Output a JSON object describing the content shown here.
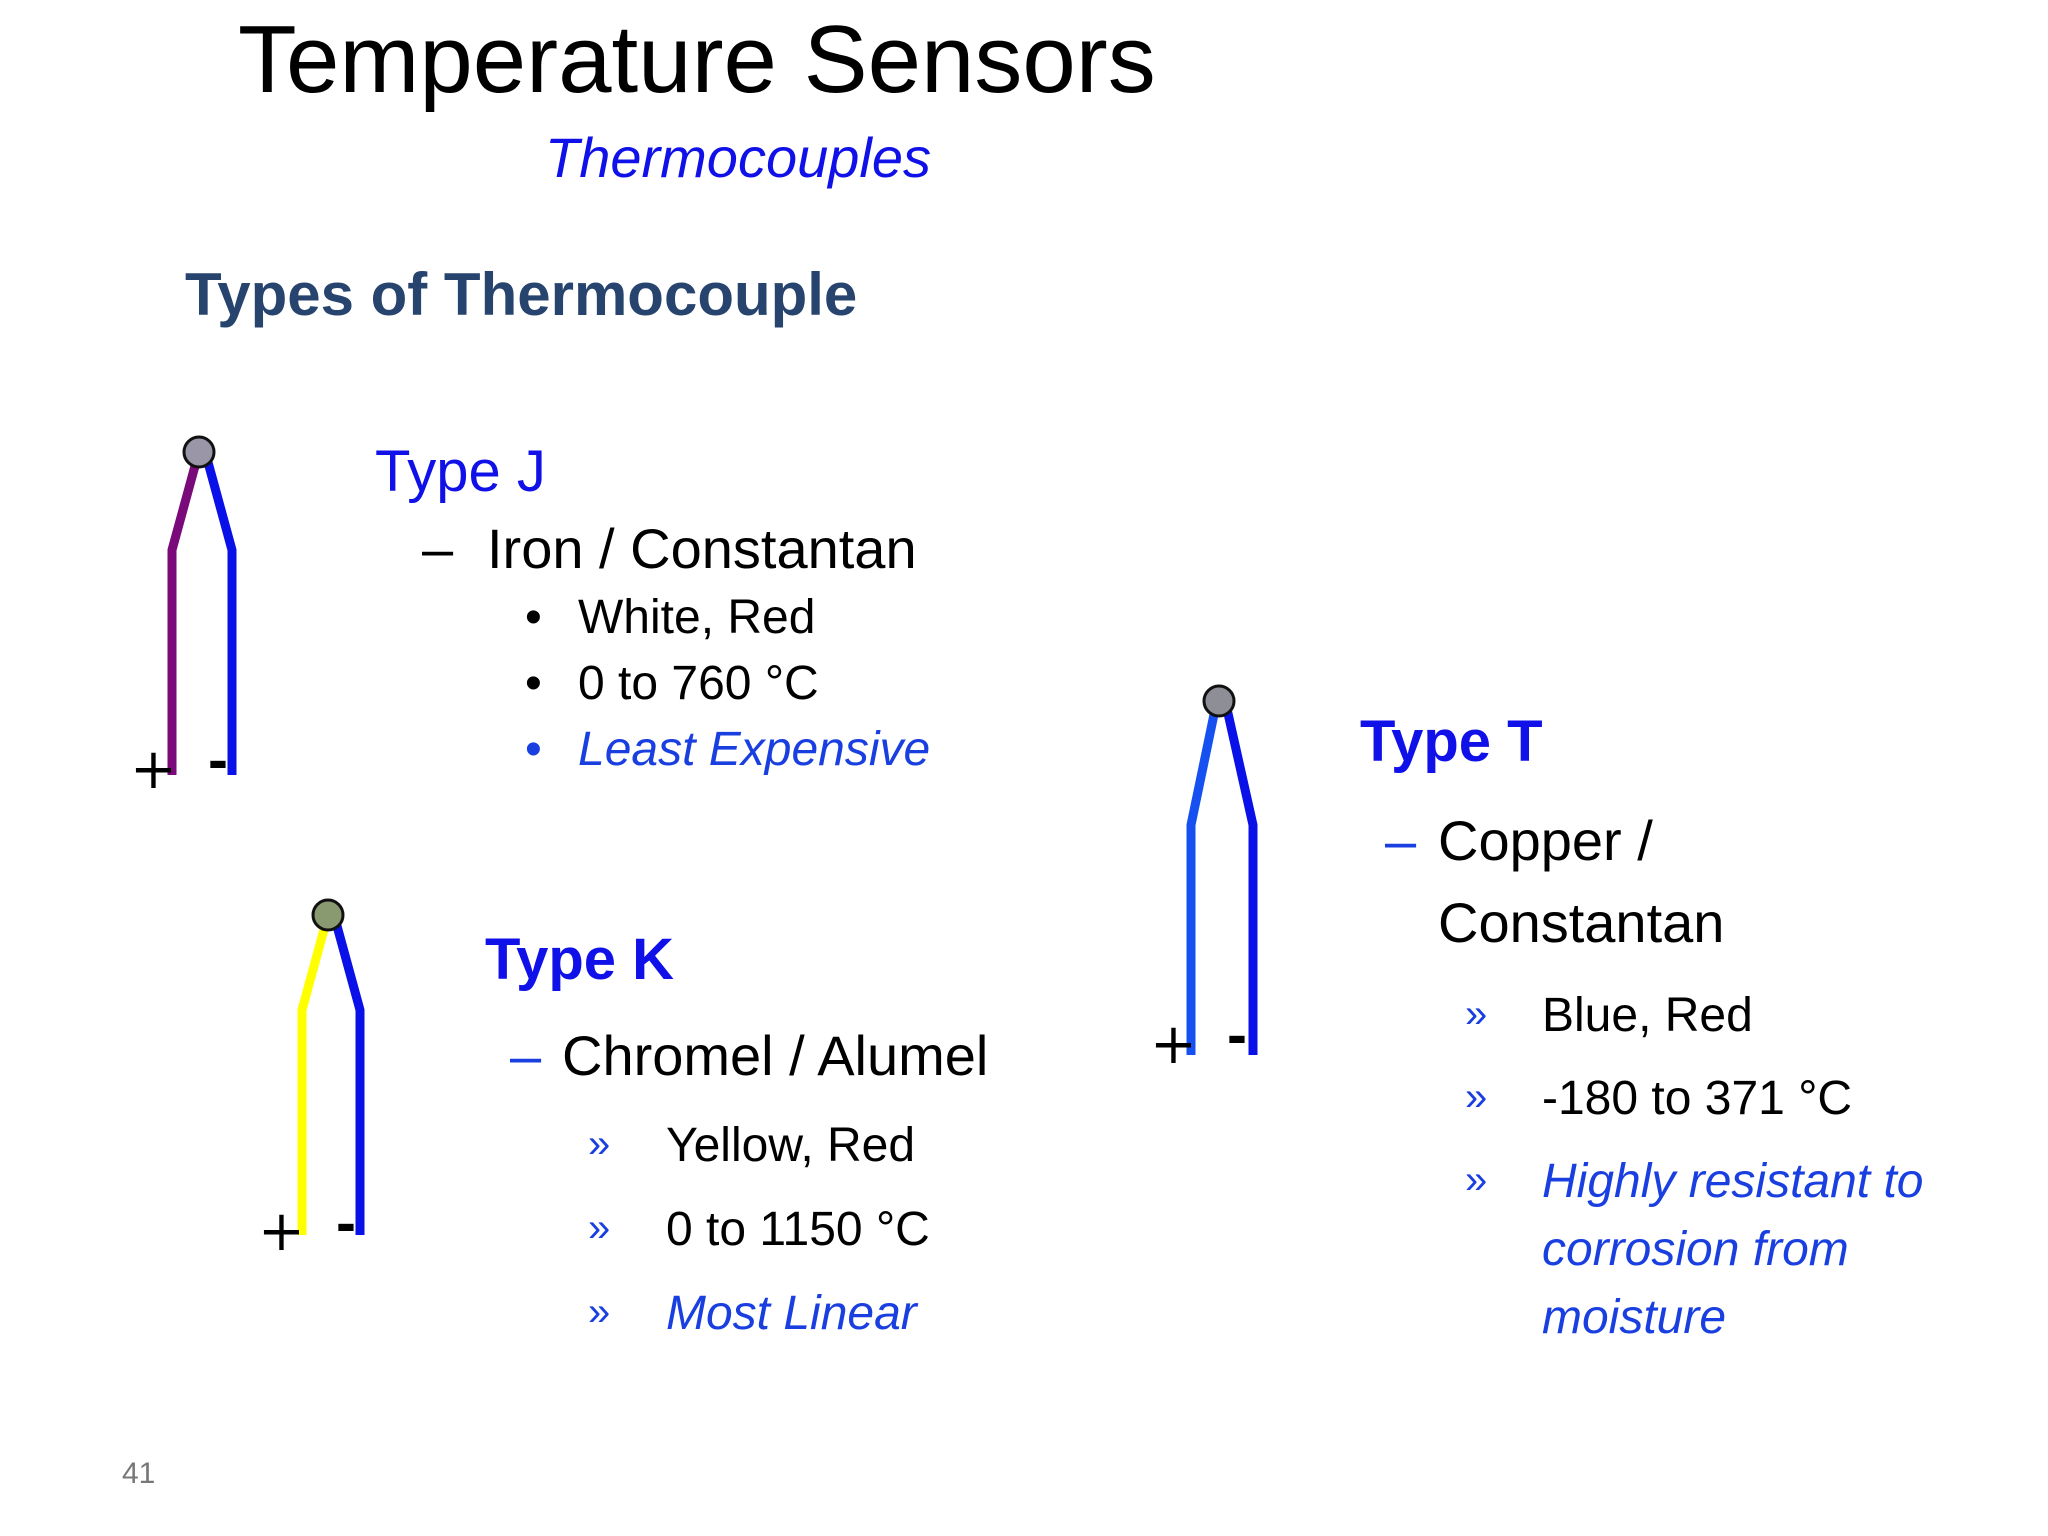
{
  "title": "Temperature Sensors",
  "subtitle": "Thermocouples",
  "heading": "Types of Thermocouple",
  "page_number": "41",
  "colors": {
    "heading": "#27446e",
    "accent_blue": "#1010e8",
    "italic_blue": "#1a3fe0",
    "iron_wire": "#7a0a7a",
    "constantan_wire": "#0a10e8",
    "chromel_wire": "#ffff00",
    "copper_wire": "#1650f0"
  },
  "type_j": {
    "name": "Type J",
    "dash": "–",
    "metals": "Iron / Constantan",
    "bullet": "•",
    "wires": "White, Red",
    "range": "0 to 760 °C",
    "note": "Least Expensive",
    "plus": "+",
    "minus": "-"
  },
  "type_k": {
    "name": "Type K",
    "dash": "–",
    "metals": "Chromel / Alumel",
    "bullet": "»",
    "wires": "Yellow, Red",
    "range": "0 to 1150 °C",
    "note": "Most Linear",
    "plus": "+",
    "minus": "-"
  },
  "type_t": {
    "name": "Type T",
    "dash": "–",
    "metals_line1": "Copper /",
    "metals_line2": "Constantan",
    "bullet": "»",
    "wires": "Blue, Red",
    "range": "-180 to 371 °C",
    "note_line1": "Highly resistant to",
    "note_line2": "corrosion from",
    "note_line3": "moisture",
    "plus": "+",
    "minus": "-"
  }
}
